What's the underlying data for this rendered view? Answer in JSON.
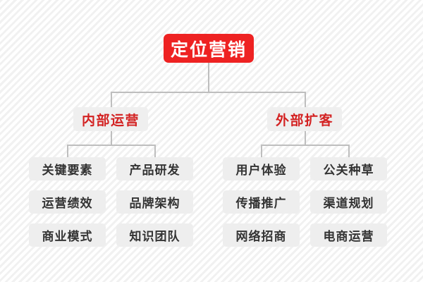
{
  "diagram": {
    "title": "定位营销",
    "colors": {
      "root_bg": "#ee2222",
      "root_text": "#ffffff",
      "branch_bg": "#efefef",
      "branch_text": "#d32222",
      "leaf_bg": "#eeeeee",
      "leaf_text": "#333333",
      "connector": "#bebebe",
      "background": "#ffffff",
      "stripe": "#f1f1f1"
    },
    "root": {
      "label": "定位营销"
    },
    "branches": [
      {
        "label": "内部运营",
        "leaves": [
          {
            "label": "关键要素"
          },
          {
            "label": "产品研发"
          },
          {
            "label": "运营绩效"
          },
          {
            "label": "品牌架构"
          },
          {
            "label": "商业模式"
          },
          {
            "label": "知识团队"
          }
        ]
      },
      {
        "label": "外部扩客",
        "leaves": [
          {
            "label": "用户体验"
          },
          {
            "label": "公关种草"
          },
          {
            "label": "传播推广"
          },
          {
            "label": "渠道规划"
          },
          {
            "label": "网络招商"
          },
          {
            "label": "电商运营"
          }
        ]
      }
    ]
  }
}
